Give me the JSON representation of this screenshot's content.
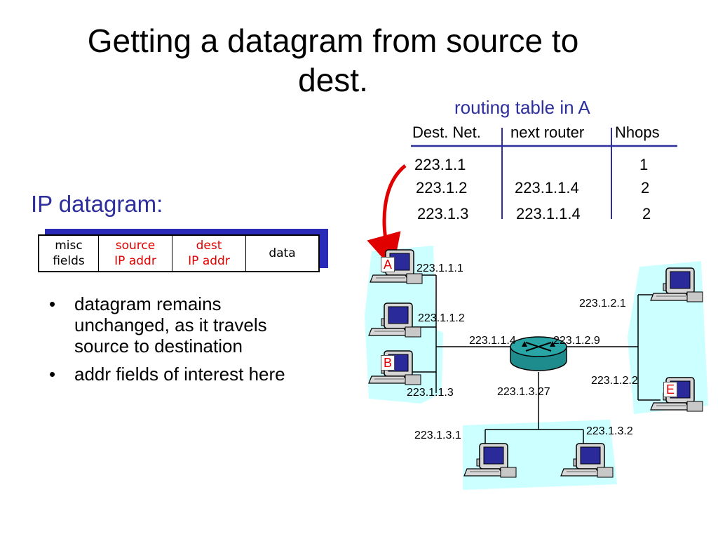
{
  "slide": {
    "title": "Getting a datagram from source to\ndest."
  },
  "routing_table": {
    "caption": "routing table in A",
    "headers": [
      "Dest. Net.",
      "next router",
      "Nhops"
    ],
    "rows": [
      {
        "dest": "223.1.1",
        "next": "",
        "hops": "1"
      },
      {
        "dest": "223.1.2",
        "next": "223.1.1.4",
        "hops": "2"
      },
      {
        "dest": "223.1.3",
        "next": "223.1.1.4",
        "hops": "2"
      }
    ]
  },
  "datagram": {
    "label": "IP datagram:",
    "fields": [
      {
        "text": "misc\nfields",
        "color": "#000000"
      },
      {
        "text": "source\nIP addr",
        "color": "#e00000"
      },
      {
        "text": "dest\nIP addr",
        "color": "#e00000"
      },
      {
        "text": "data",
        "color": "#000000"
      }
    ]
  },
  "bullets": [
    "datagram remains unchanged, as it travels source to destination",
    "addr fields of interest here"
  ],
  "network": {
    "hosts": {
      "a": "A",
      "b": "B",
      "e": "E"
    },
    "addresses": {
      "h1": "223.1.1.1",
      "h2": "223.1.1.2",
      "h3": "223.1.1.3",
      "r1": "223.1.1.4",
      "r2": "223.1.2.9",
      "r3": "223.1.3.27",
      "h21": "223.1.2.1",
      "h22": "223.1.2.2",
      "h31": "223.1.3.1",
      "h32": "223.1.3.2"
    },
    "colors": {
      "lan": "#ccffff",
      "router": "#2aa5a5",
      "arrow": "#e00000",
      "screen": "#2a2a9a"
    }
  }
}
